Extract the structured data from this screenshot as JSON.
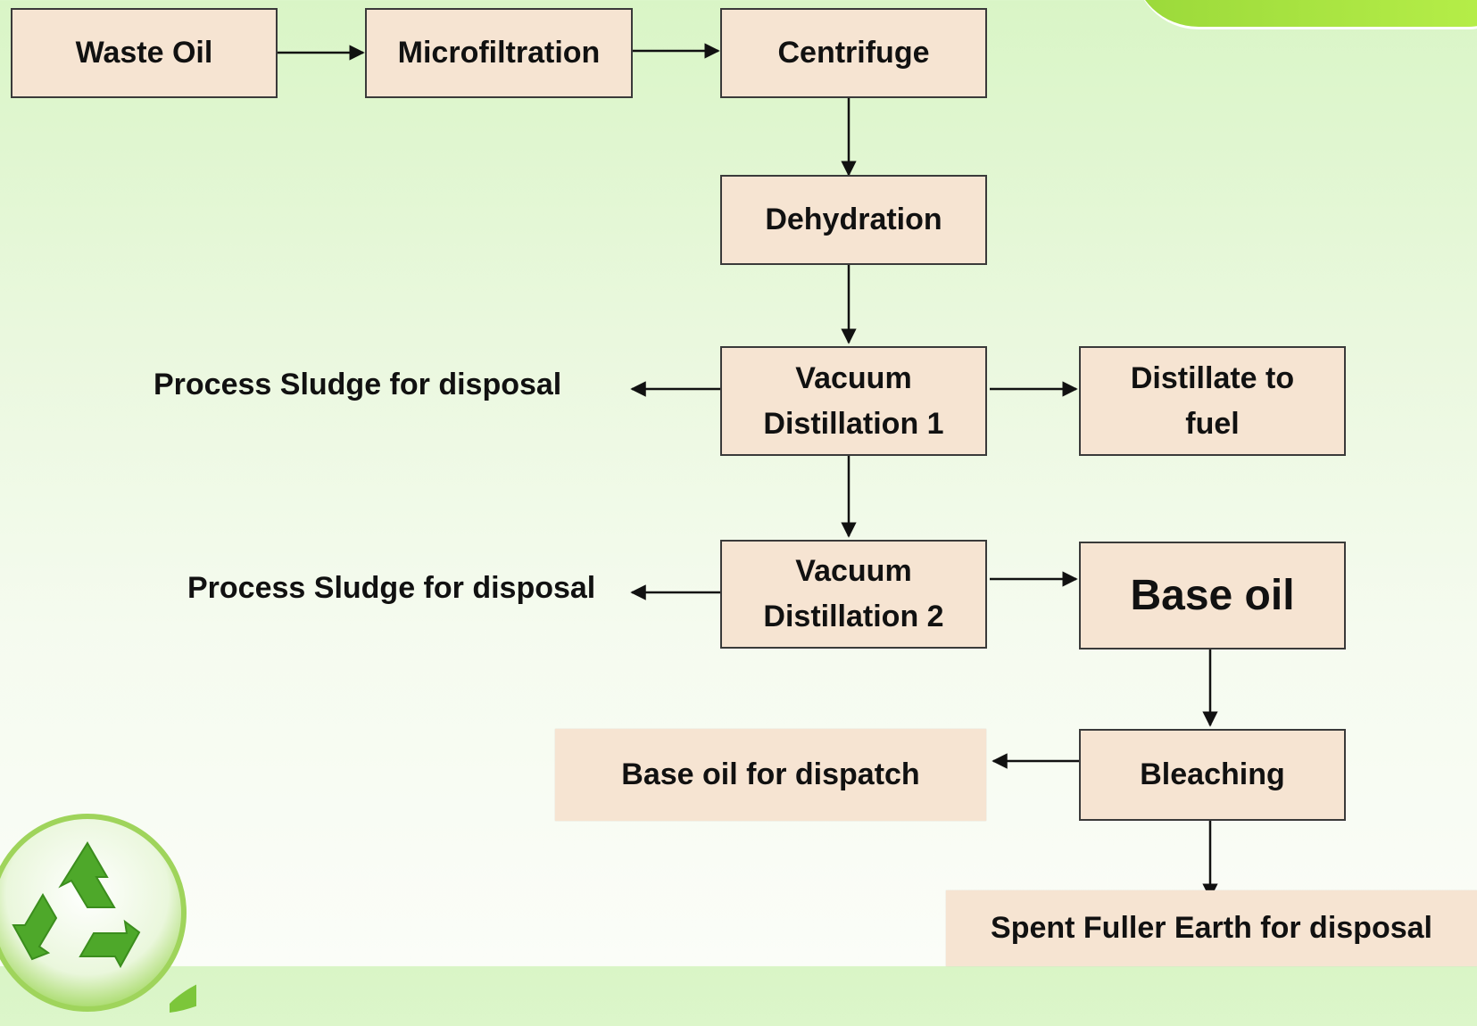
{
  "diagram": {
    "nodes": {
      "waste_oil": "Waste Oil",
      "microfiltration": "Microfiltration",
      "centrifuge": "Centrifuge",
      "dehydration": "Dehydration",
      "vacuum_distillation_1": [
        "Vacuum",
        "Distillation 1"
      ],
      "distillate_to_fuel": [
        "Distillate to",
        "fuel"
      ],
      "vacuum_distillation_2": [
        "Vacuum",
        "Distillation 2"
      ],
      "base_oil": "Base oil",
      "bleaching": "Bleaching",
      "base_oil_dispatch": "Base oil for dispatch",
      "spent_fuller_earth": "Spent Fuller Earth for disposal"
    },
    "outputs": {
      "sludge_1": "Process Sludge for disposal",
      "sludge_2": "Process Sludge for disposal"
    },
    "edges": [
      {
        "from": "Waste Oil",
        "to": "Microfiltration"
      },
      {
        "from": "Microfiltration",
        "to": "Centrifuge"
      },
      {
        "from": "Centrifuge",
        "to": "Dehydration"
      },
      {
        "from": "Dehydration",
        "to": "Vacuum Distillation 1"
      },
      {
        "from": "Vacuum Distillation 1",
        "to": "Process Sludge for disposal"
      },
      {
        "from": "Vacuum Distillation 1",
        "to": "Distillate to fuel"
      },
      {
        "from": "Vacuum Distillation 1",
        "to": "Vacuum Distillation 2"
      },
      {
        "from": "Vacuum Distillation 2",
        "to": "Process Sludge for disposal"
      },
      {
        "from": "Vacuum Distillation 2",
        "to": "Base oil"
      },
      {
        "from": "Base oil",
        "to": "Bleaching"
      },
      {
        "from": "Bleaching",
        "to": "Base oil for dispatch"
      },
      {
        "from": "Bleaching",
        "to": "Spent Fuller Earth for disposal"
      }
    ]
  },
  "colors": {
    "box_fill": "#f6e4d2",
    "box_border": "#3a3a3a",
    "arrow": "#111111",
    "background_top": "#d9f5c6",
    "background_bottom": "#fbfdf8",
    "accent_green": "#8fd13b"
  },
  "icons": {
    "recycle": "recycle-icon",
    "leaf_decoration": "leaf-icon"
  }
}
